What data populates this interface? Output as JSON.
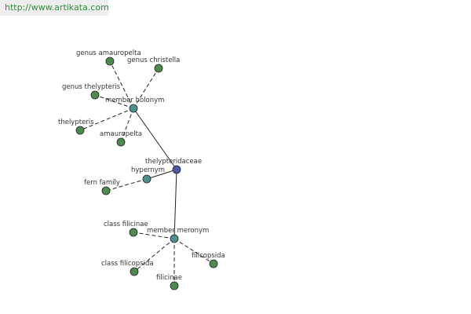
{
  "header": {
    "url": "http://www.artikata.com"
  },
  "colors": {
    "leaf": "#4f8a4f",
    "relation": "#4f8f8f",
    "root": "#4a5aa5"
  },
  "graph": {
    "root": {
      "label": "thelypteridaceae"
    },
    "relations": {
      "holonym": {
        "label": "member holonym"
      },
      "hypernym": {
        "label": "hypernym"
      },
      "meronym": {
        "label": "member meronym"
      }
    },
    "leaves": {
      "amauropelta_genus": "genus amauropelta",
      "christella": "genus christella",
      "thelypteris_genus": "genus thelypteris",
      "thelypteris": "thelypteris",
      "amauropelta": "amauropelta",
      "fern_family": "fern family",
      "class_filicinae": "class filicinae",
      "class_filicopsida": "class filicopsida",
      "filicinae": "filicinae",
      "filicopsida": "filicopsida"
    }
  }
}
